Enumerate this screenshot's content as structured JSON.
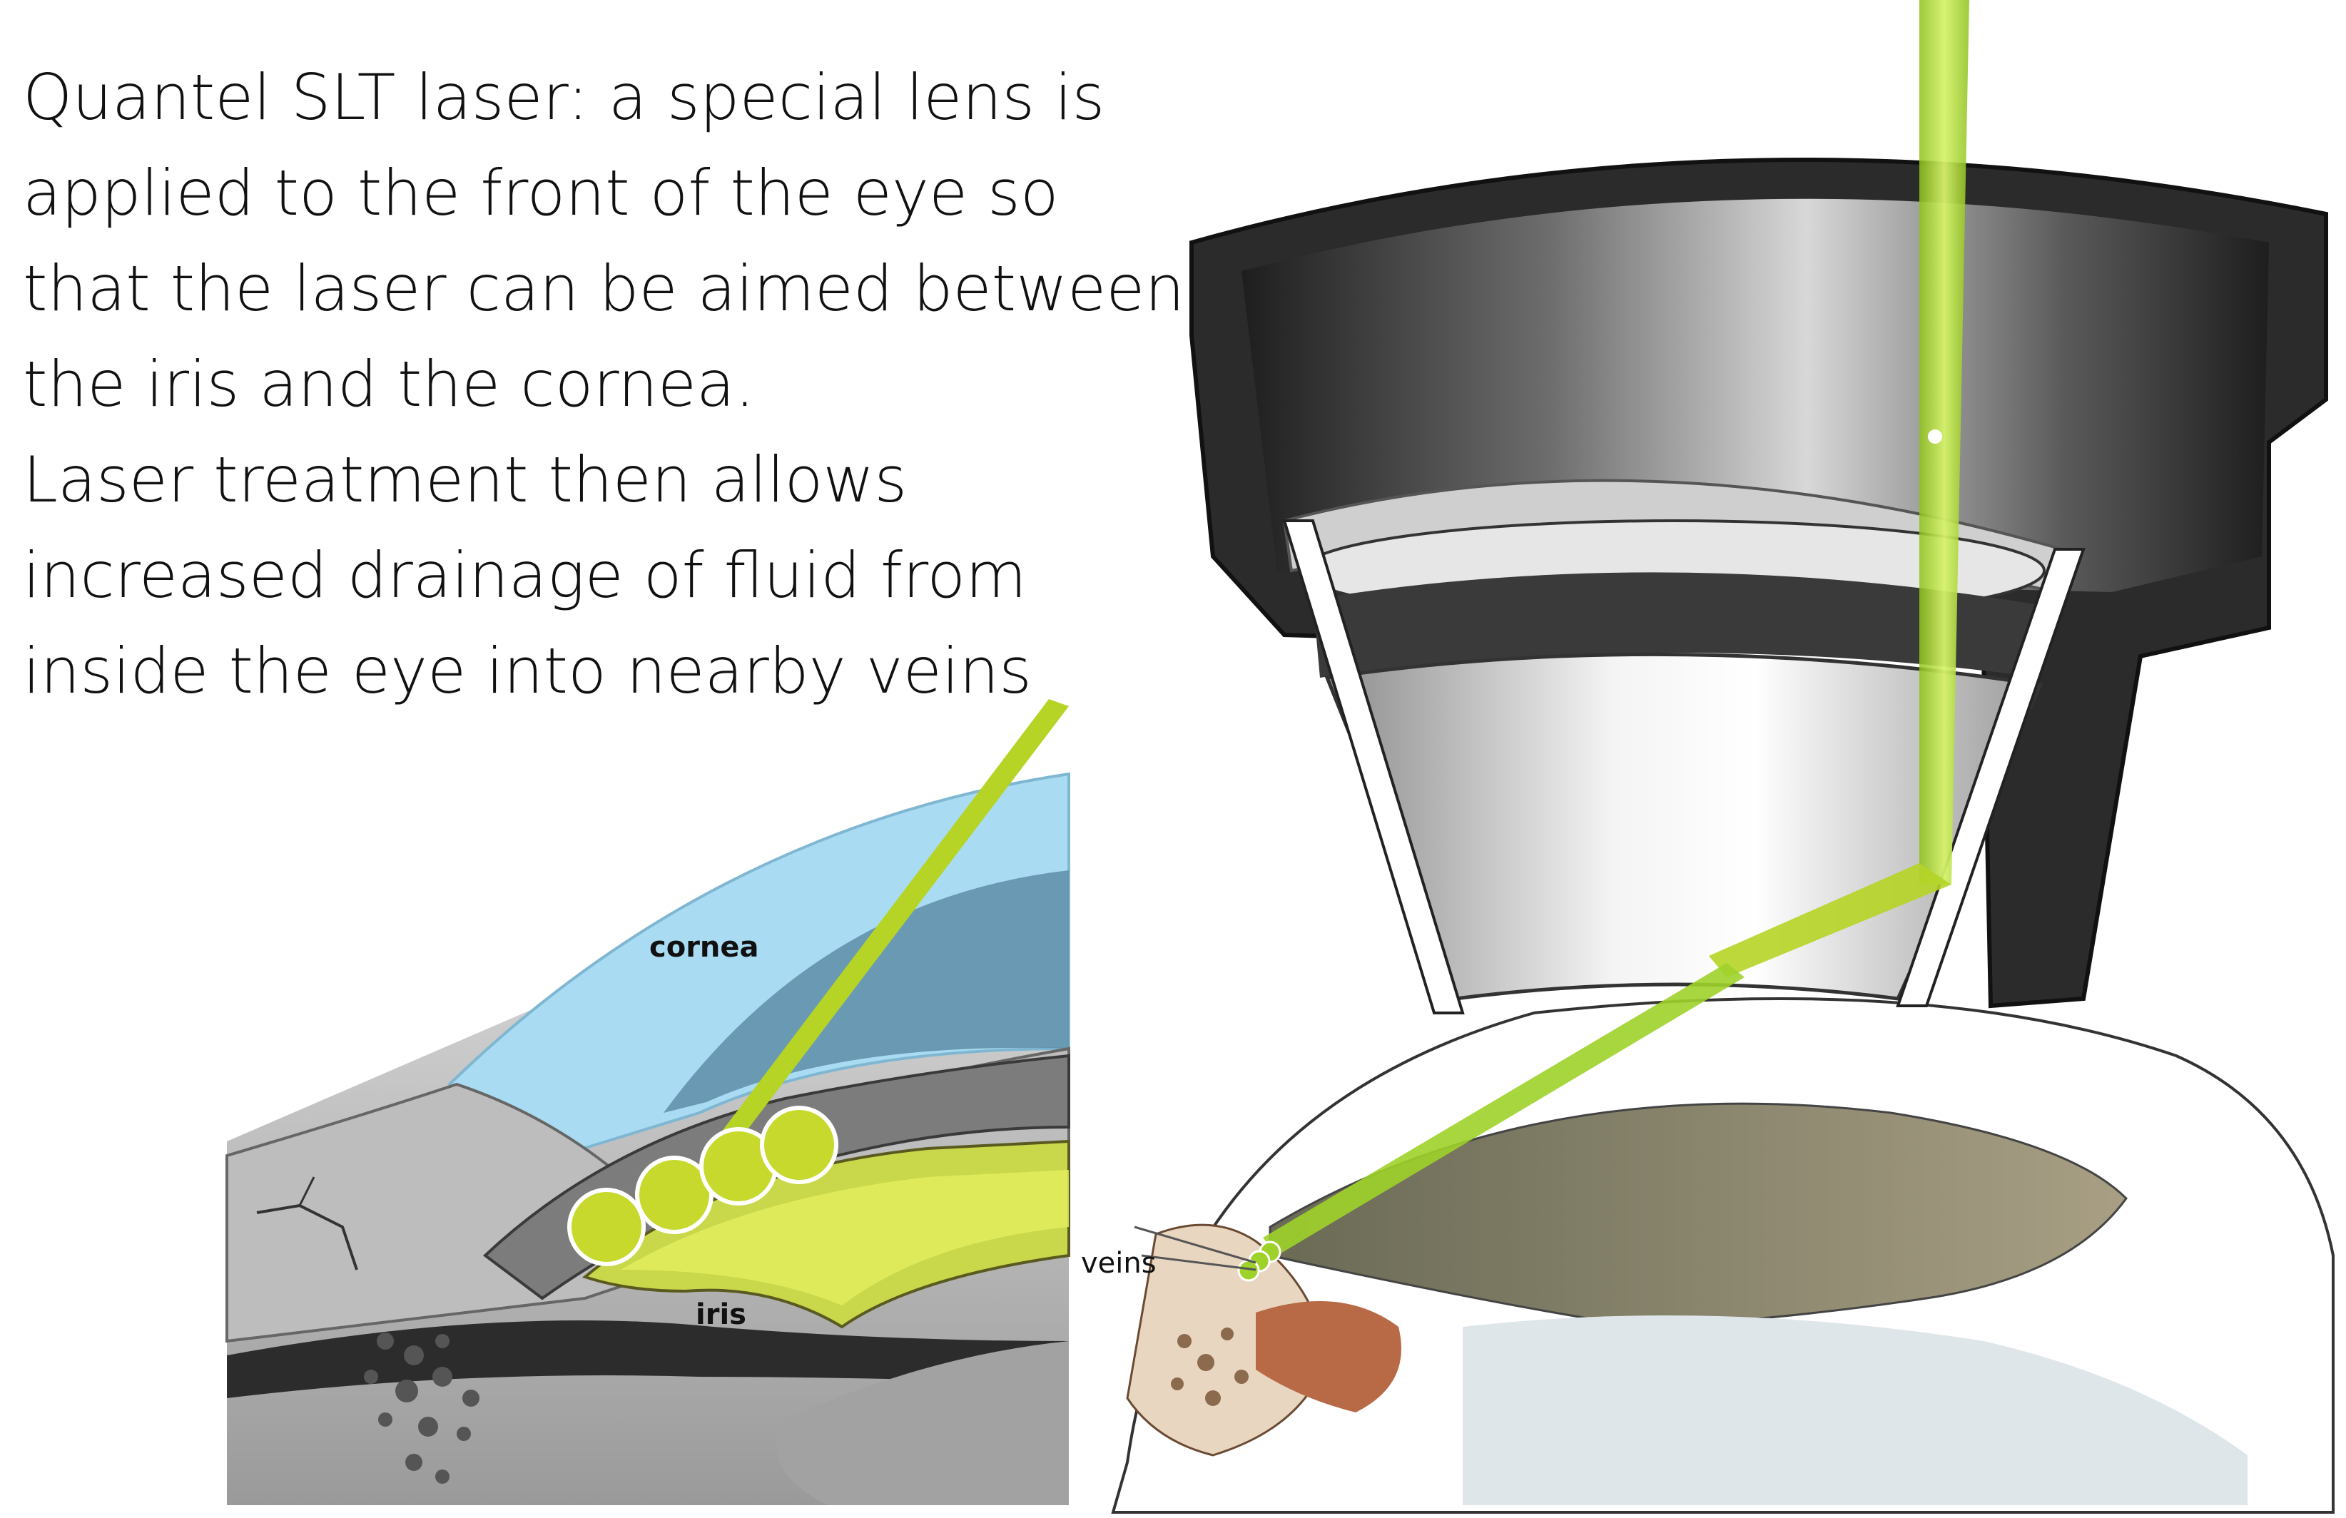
{
  "caption": {
    "lines": [
      "Quantel SLT laser: a special lens is",
      "applied to the front of the eye so",
      "that the laser can be aimed between",
      "the iris and the cornea.",
      "Laser treatment then allows",
      "increased drainage of fluid from",
      "inside the eye into nearby veins"
    ]
  },
  "labels": {
    "cornea": "cornea",
    "iris": "iris",
    "veins": "veins"
  },
  "colors": {
    "laser": "#b5d426",
    "cornea": "#a9dcf2",
    "lens_dark": "#2b2b2b"
  }
}
